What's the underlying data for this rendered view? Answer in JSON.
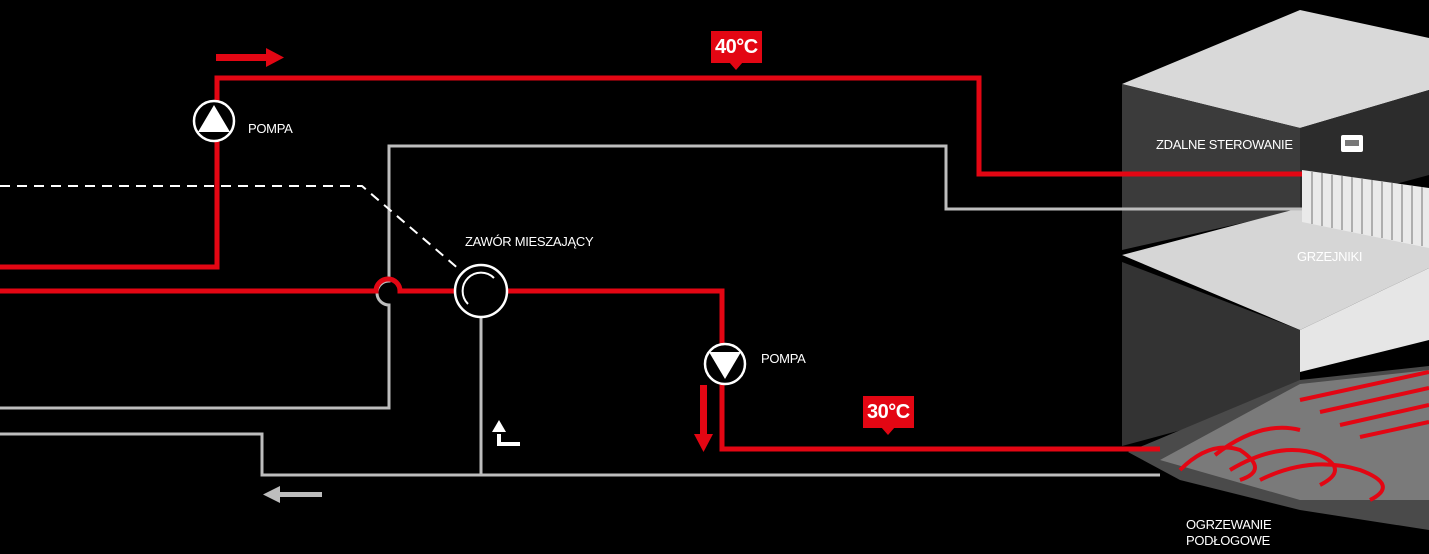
{
  "labels": {
    "pump_top": "POMPA",
    "pump_bottom": "POMPA",
    "mixing_valve": "ZAWÓR MIESZAJĄCY",
    "remote_control": "ZDALNE STEROWANIE",
    "radiators": "GRZEJNIKI",
    "floor_heating": "OGRZEWANIE PODŁOGOWE"
  },
  "temperatures": {
    "radiators": "40°C",
    "floor": "30°C"
  },
  "colors": {
    "supply": "#e30613",
    "return": "#bdbdbd",
    "background": "#000000",
    "building_top": "#d9d9d9",
    "building_wall": "#3a3a3a"
  }
}
